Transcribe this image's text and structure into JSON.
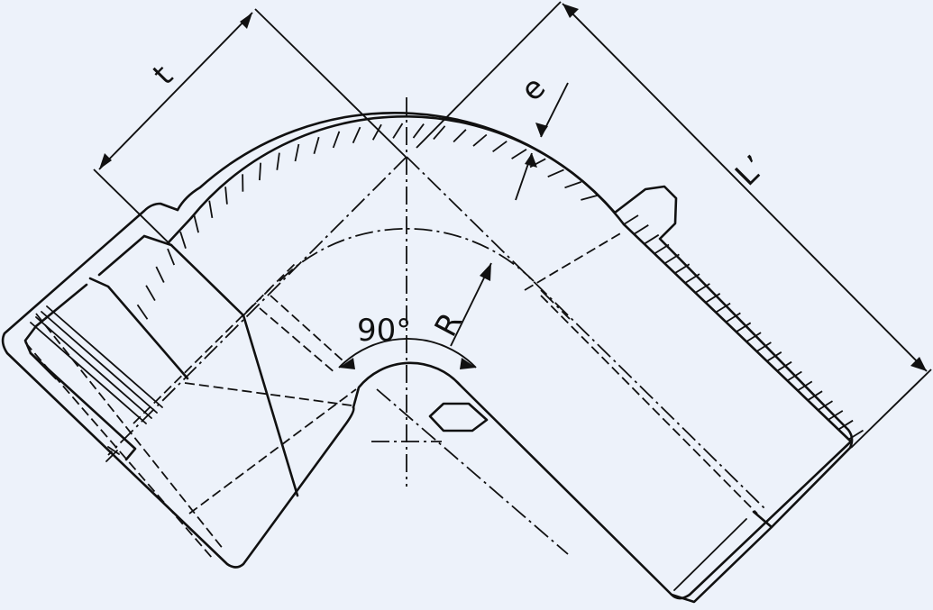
{
  "drawing": {
    "background_color": "#edf2fa",
    "line_color": "#111111",
    "labels": {
      "t": "t",
      "e": "e",
      "l_prime": "L’",
      "angle": "90°",
      "radius": "R"
    }
  }
}
